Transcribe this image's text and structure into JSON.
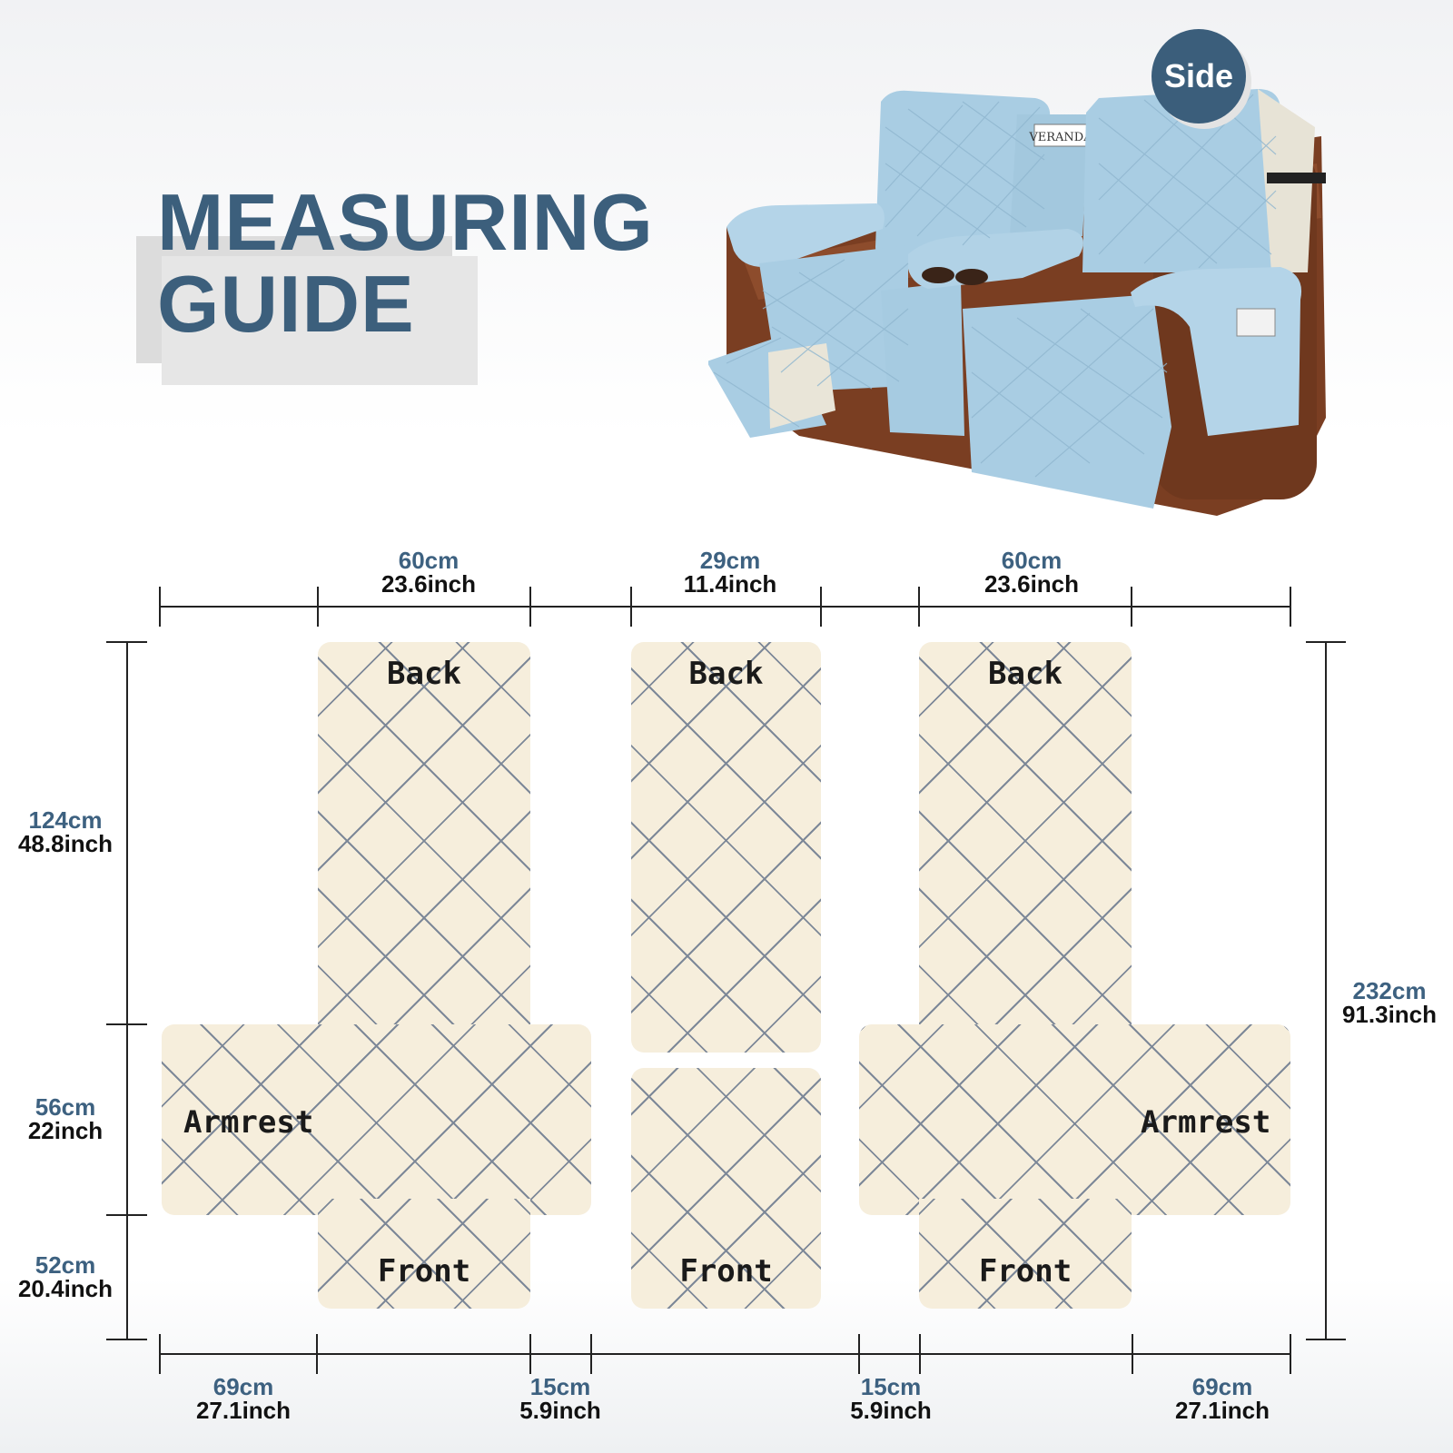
{
  "title": {
    "line1": "MEASURING",
    "line2": "GUIDE"
  },
  "badge": "Side",
  "product_label": "VERANDA",
  "top_dims": [
    {
      "cm": "60cm",
      "inch": "23.6inch"
    },
    {
      "cm": "29cm",
      "inch": "11.4inch"
    },
    {
      "cm": "60cm",
      "inch": "23.6inch"
    }
  ],
  "left_dims": [
    {
      "cm": "124cm",
      "inch": "48.8inch"
    },
    {
      "cm": "56cm",
      "inch": "22inch"
    },
    {
      "cm": "52cm",
      "inch": "20.4inch"
    }
  ],
  "right_dim": {
    "cm": "232cm",
    "inch": "91.3inch"
  },
  "bottom_dims": [
    {
      "cm": "69cm",
      "inch": "27.1inch"
    },
    {
      "cm": "15cm",
      "inch": "5.9inch"
    },
    {
      "cm": "15cm",
      "inch": "5.9inch"
    },
    {
      "cm": "69cm",
      "inch": "27.1inch"
    }
  ],
  "labels": {
    "back": "Back",
    "front": "Front",
    "armrest": "Armrest"
  },
  "colors": {
    "accent": "#3b5e7b",
    "panel": "#f6eedc",
    "cover": "#a9cde3",
    "leather": "#7a3e22"
  }
}
